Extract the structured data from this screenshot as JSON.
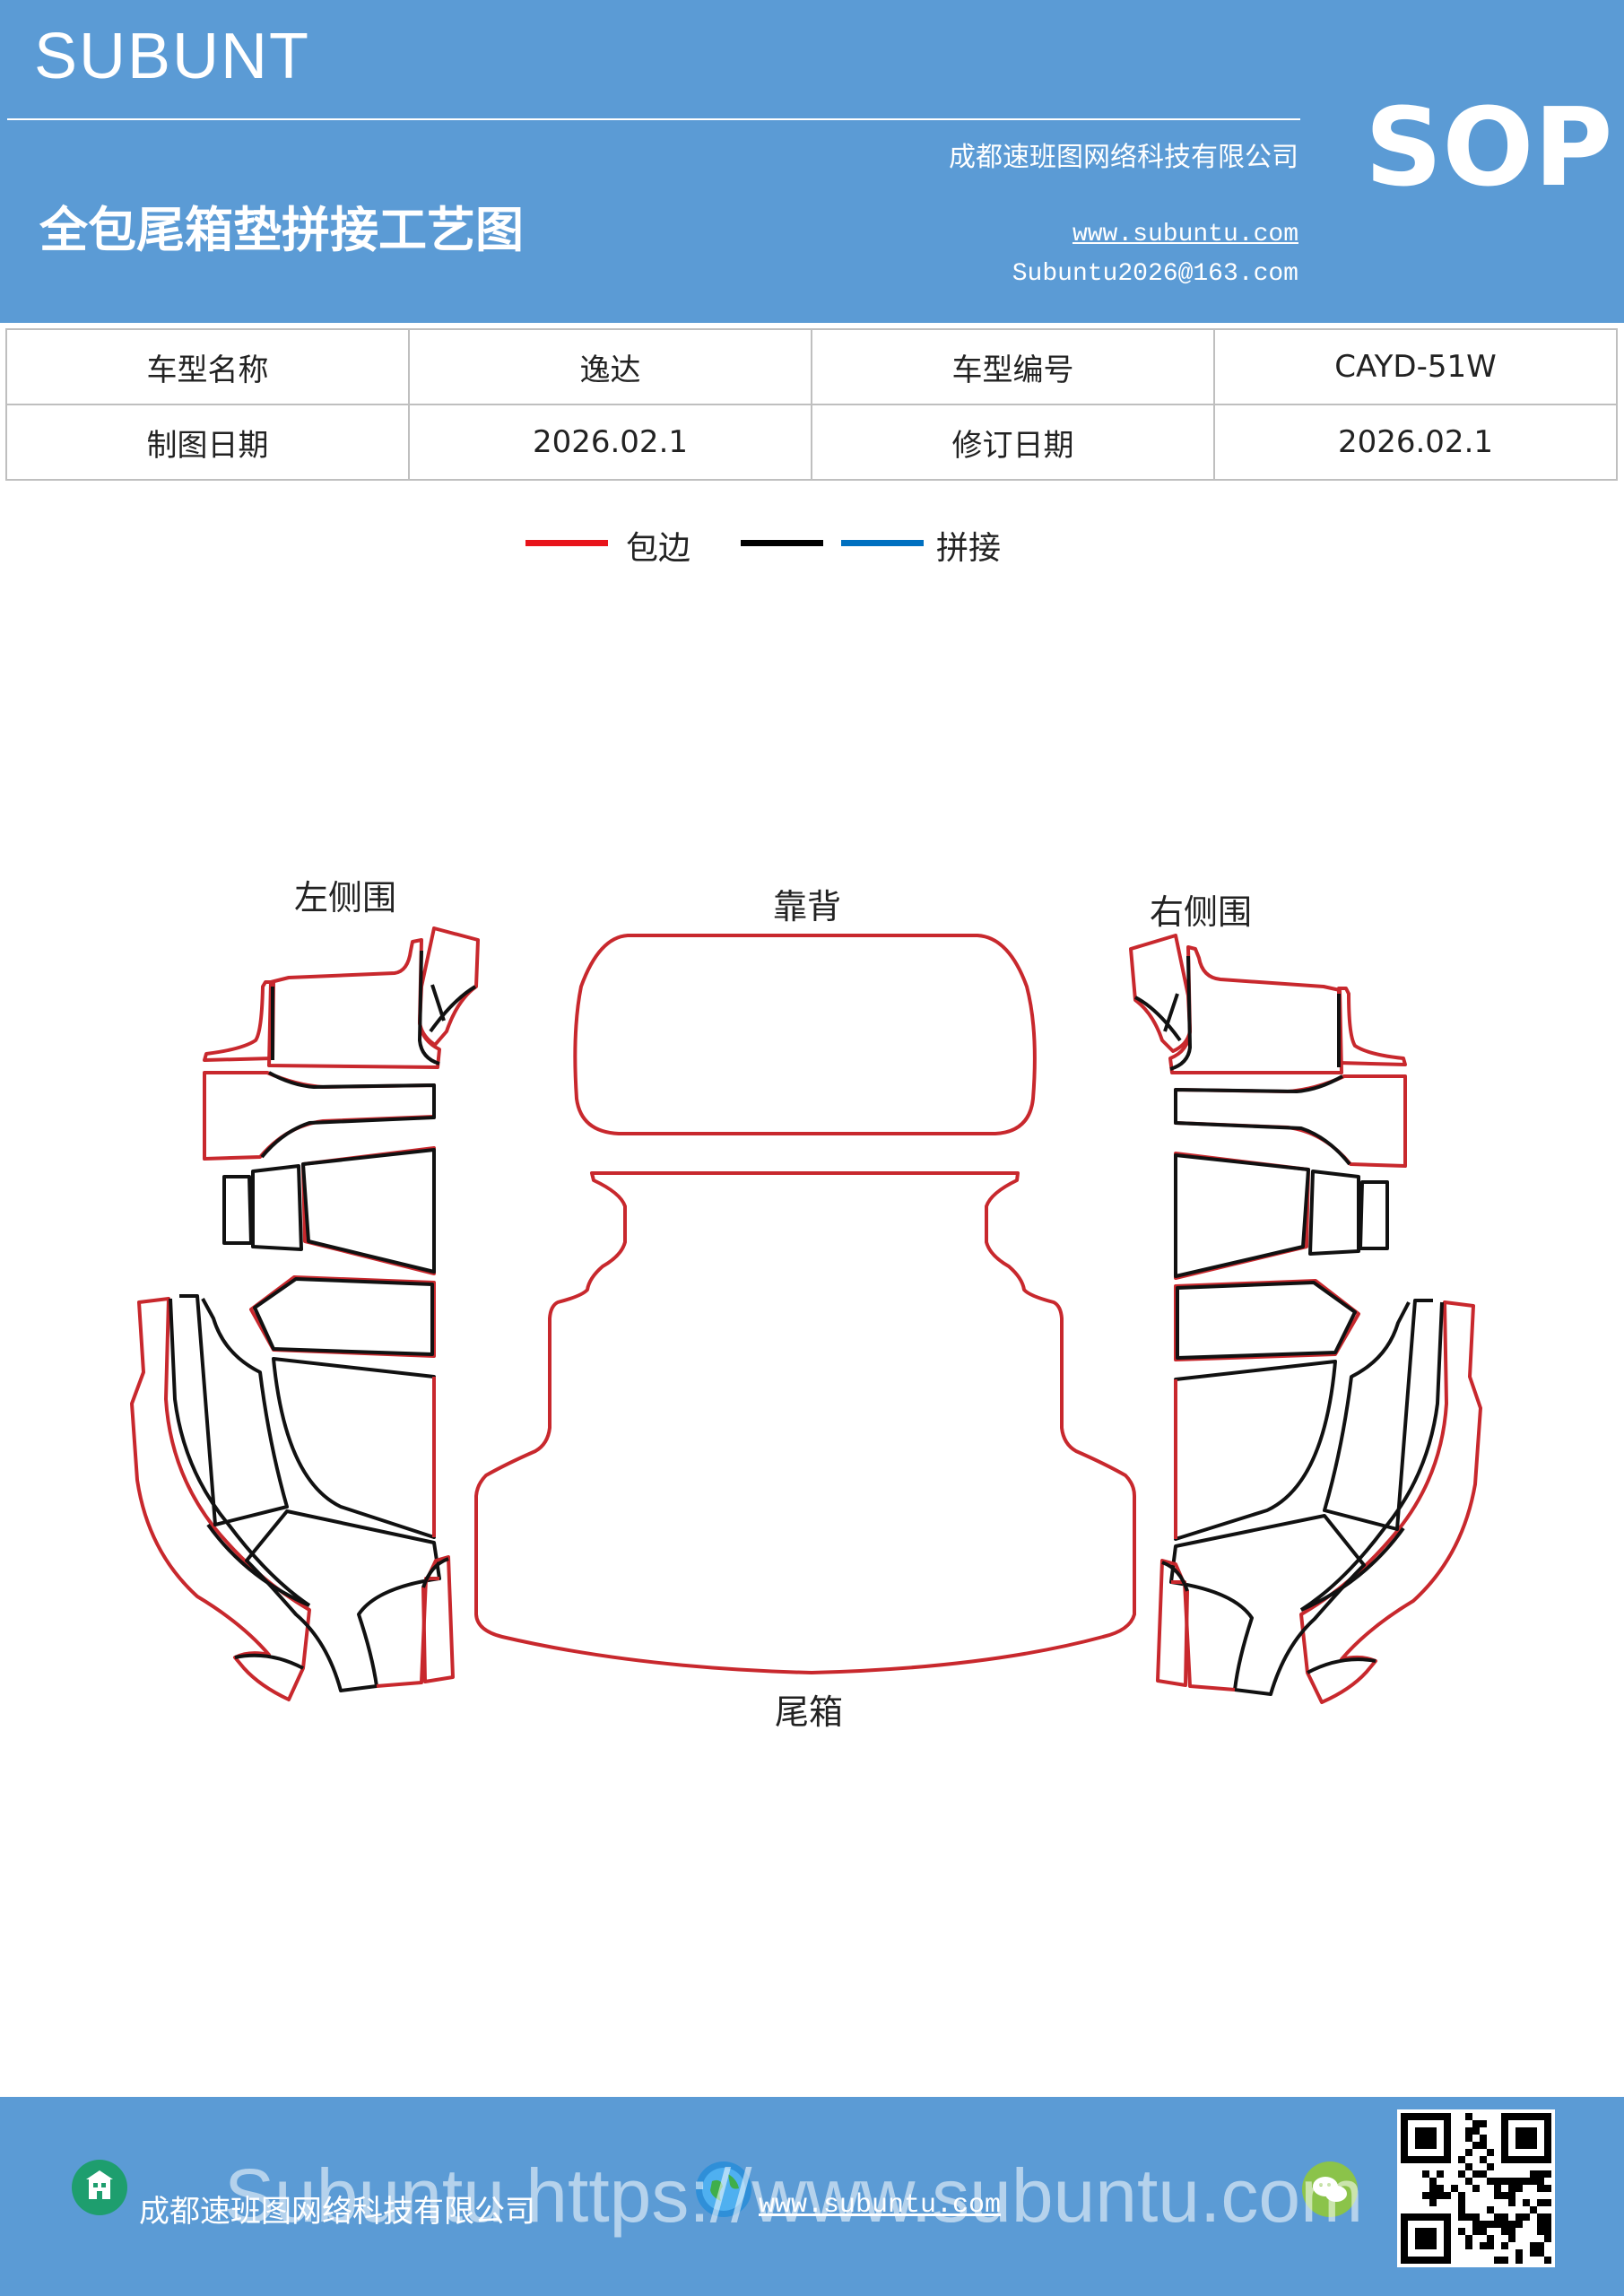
{
  "header": {
    "brand": "SUBUNT",
    "title": "全包尾箱垫拼接工艺图",
    "company": "成都速班图网络科技有限公司",
    "url": "www.subuntu.com",
    "email": "Subuntu2026@163.com",
    "badge": "SOP",
    "color": "#5b9bd5"
  },
  "info_table": {
    "rows": [
      [
        {
          "label": "车型名称",
          "value": "逸达"
        },
        {
          "label": "车型编号",
          "value": "CAYD-51W"
        }
      ],
      [
        {
          "label": "制图日期",
          "value": "2026.02.1"
        },
        {
          "label": "修订日期",
          "value": "2026.02.1"
        }
      ]
    ]
  },
  "legend": {
    "wrap_label": "包边",
    "wrap_color": "#e8141b",
    "join_label": "拼接",
    "join_colors": [
      "#000000",
      "#0070c0"
    ]
  },
  "diagram": {
    "labels": {
      "left": "左侧围",
      "back": "靠背",
      "right": "右侧围",
      "trunk": "尾箱"
    },
    "edge_color": "#c8282d",
    "seam_color": "#111111"
  },
  "footer": {
    "company": "成都速班图网络科技有限公司",
    "url": "www.subuntu.com",
    "watermark": "Subuntu https://www.subuntu.com",
    "icons": [
      "building-icon",
      "globe-icon",
      "wechat-icon"
    ]
  }
}
